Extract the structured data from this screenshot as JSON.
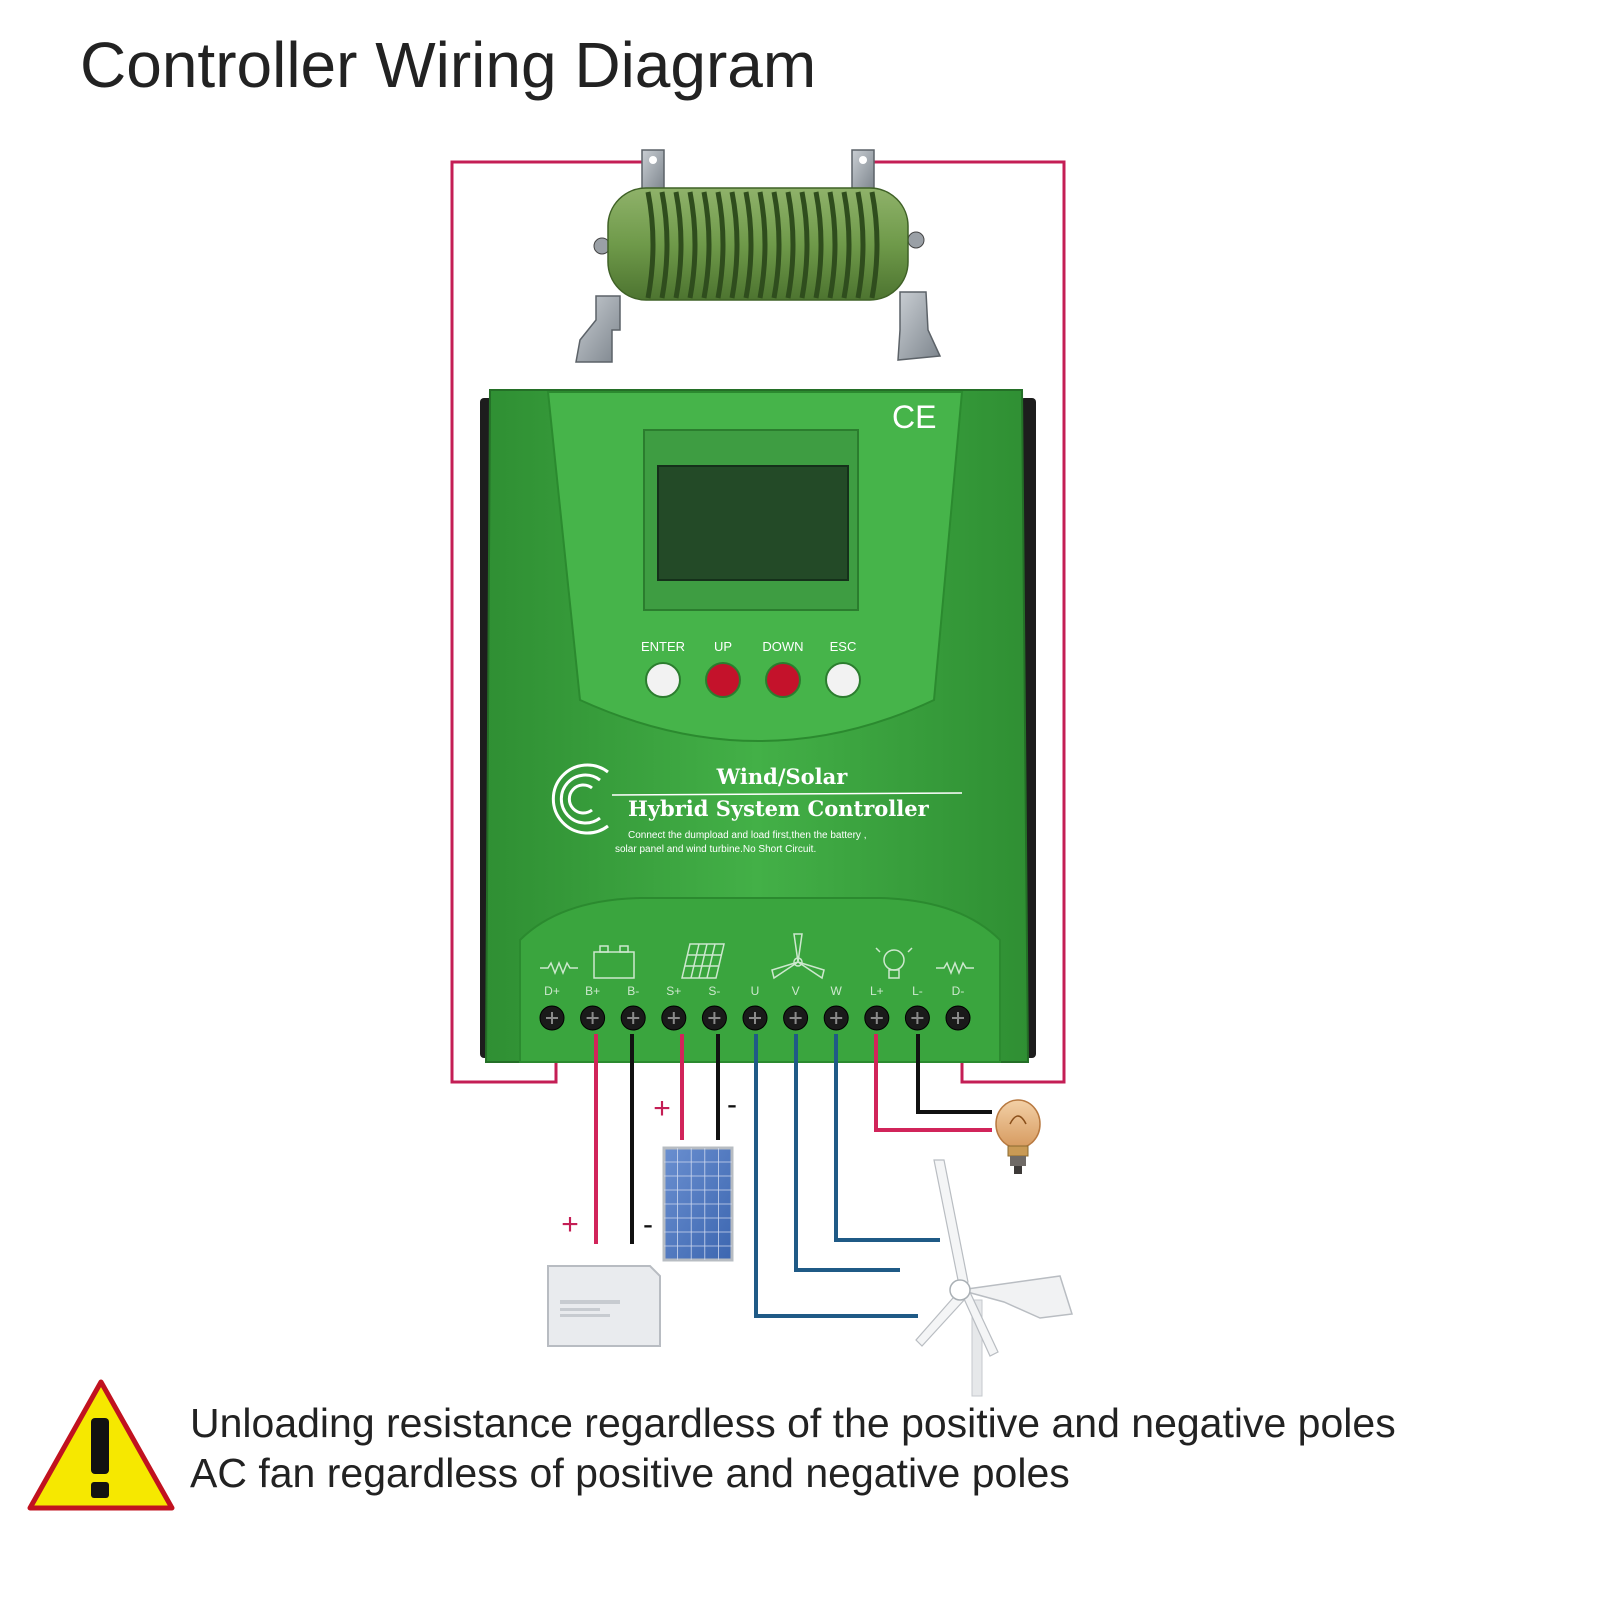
{
  "title": "Controller Wiring Diagram",
  "controller": {
    "ce_mark": "CE",
    "buttons": [
      "ENTER",
      "UP",
      "DOWN",
      "ESC"
    ],
    "brand_line1": "Wind/Solar",
    "brand_line2": "Hybrid System Controller",
    "caution_line1": "Connect the dumpload and load first,then the battery ,",
    "caution_line2": "solar panel and wind turbine.No Short Circuit.",
    "terminals": [
      "D+",
      "B+",
      "B-",
      "S+",
      "S-",
      "U",
      "V",
      "W",
      "L+",
      "L-",
      "D-"
    ]
  },
  "wire_labels": {
    "solar_plus": "+",
    "solar_minus": "-",
    "battery_plus": "+",
    "battery_minus": "-"
  },
  "notes": [
    "Unloading resistance regardless of the positive and negative poles",
    "AC fan regardless of positive and negative poles"
  ],
  "colors": {
    "positive_wire": "#d1245a",
    "negative_wire": "#111111",
    "ac_wire": "#1f5a86",
    "dumpload_wire": "#c41e55",
    "case_green": "#3aa23d",
    "warning_yellow": "#f6e800"
  },
  "icons": [
    "resistor-icon",
    "battery-icon",
    "solar-panel-icon",
    "wind-turbine-icon",
    "light-bulb-icon",
    "warning-icon"
  ]
}
